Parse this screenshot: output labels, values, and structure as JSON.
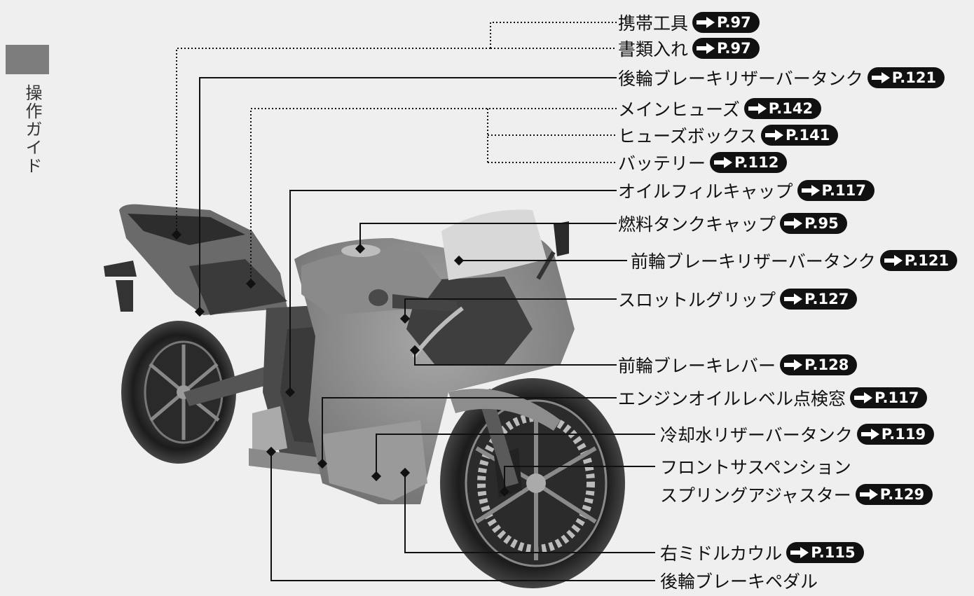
{
  "sidebar": {
    "label": "操作ガイド"
  },
  "labels": [
    {
      "id": "tool-kit",
      "text": "携帯工具",
      "page": "P.97"
    },
    {
      "id": "document-bag",
      "text": "書類入れ",
      "page": "P.97"
    },
    {
      "id": "rear-brake-reservoir",
      "text": "後輪ブレーキリザーバータンク",
      "page": "P.121"
    },
    {
      "id": "main-fuse",
      "text": "メインヒューズ",
      "page": "P.142"
    },
    {
      "id": "fuse-box",
      "text": "ヒューズボックス",
      "page": "P.141"
    },
    {
      "id": "battery",
      "text": "バッテリー",
      "page": "P.112"
    },
    {
      "id": "oil-fill-cap",
      "text": "オイルフィルキャップ",
      "page": "P.117"
    },
    {
      "id": "fuel-tank-cap",
      "text": "燃料タンクキャップ",
      "page": "P.95"
    },
    {
      "id": "front-brake-reservoir",
      "text": "前輪ブレーキリザーバータンク",
      "page": "P.121"
    },
    {
      "id": "throttle-grip",
      "text": "スロットルグリップ",
      "page": "P.127"
    },
    {
      "id": "front-brake-lever",
      "text": "前輪ブレーキレバー",
      "page": "P.128"
    },
    {
      "id": "oil-level-window",
      "text": "エンジンオイルレベル点検窓",
      "page": "P.117"
    },
    {
      "id": "coolant-reservoir",
      "text": "冷却水リザーバータンク",
      "page": "P.119"
    },
    {
      "id": "front-suspension-adjuster",
      "text": "フロントサスペンション",
      "text2": "スプリングアジャスター",
      "page": "P.129"
    },
    {
      "id": "right-middle-cowl",
      "text": "右ミドルカウル",
      "page": "P.115"
    },
    {
      "id": "rear-brake-pedal",
      "text": "後輪ブレーキペダル"
    }
  ]
}
